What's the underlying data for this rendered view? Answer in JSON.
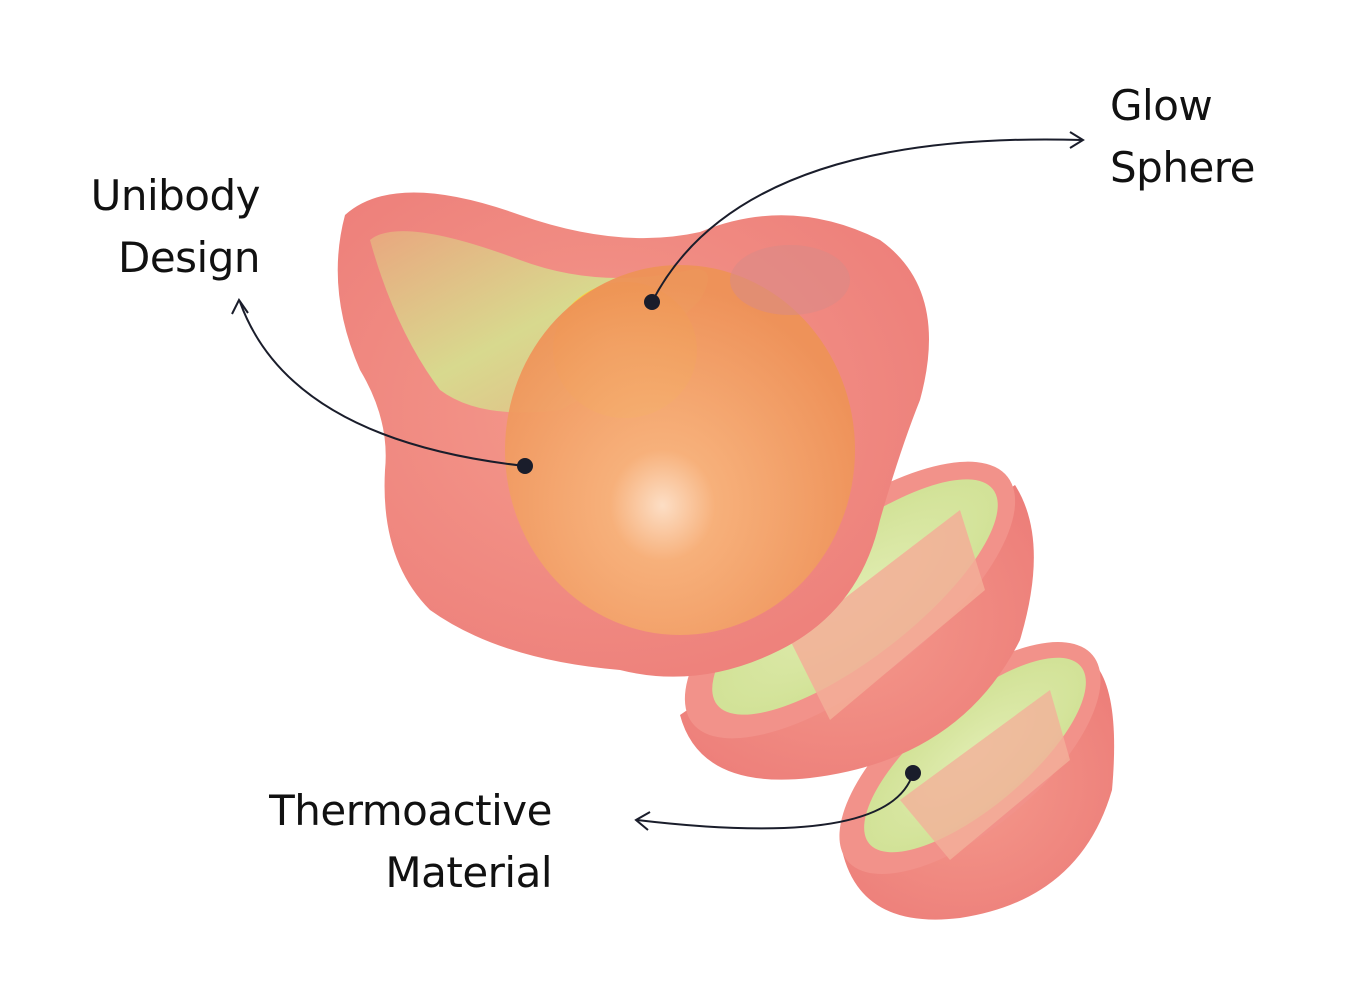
{
  "labels": {
    "unibody": {
      "line1": "Unibody",
      "line2": "Design"
    },
    "glow": {
      "line1": "Glow",
      "line2": "Sphere"
    },
    "thermo": {
      "line1": "Thermoactive",
      "line2": "Material"
    }
  },
  "colors": {
    "body": "#f08a84",
    "sphere": "#f3a35a",
    "glow": "#f5dd3a",
    "inner": "#d9e6a0",
    "ink": "#1a1d2b"
  }
}
